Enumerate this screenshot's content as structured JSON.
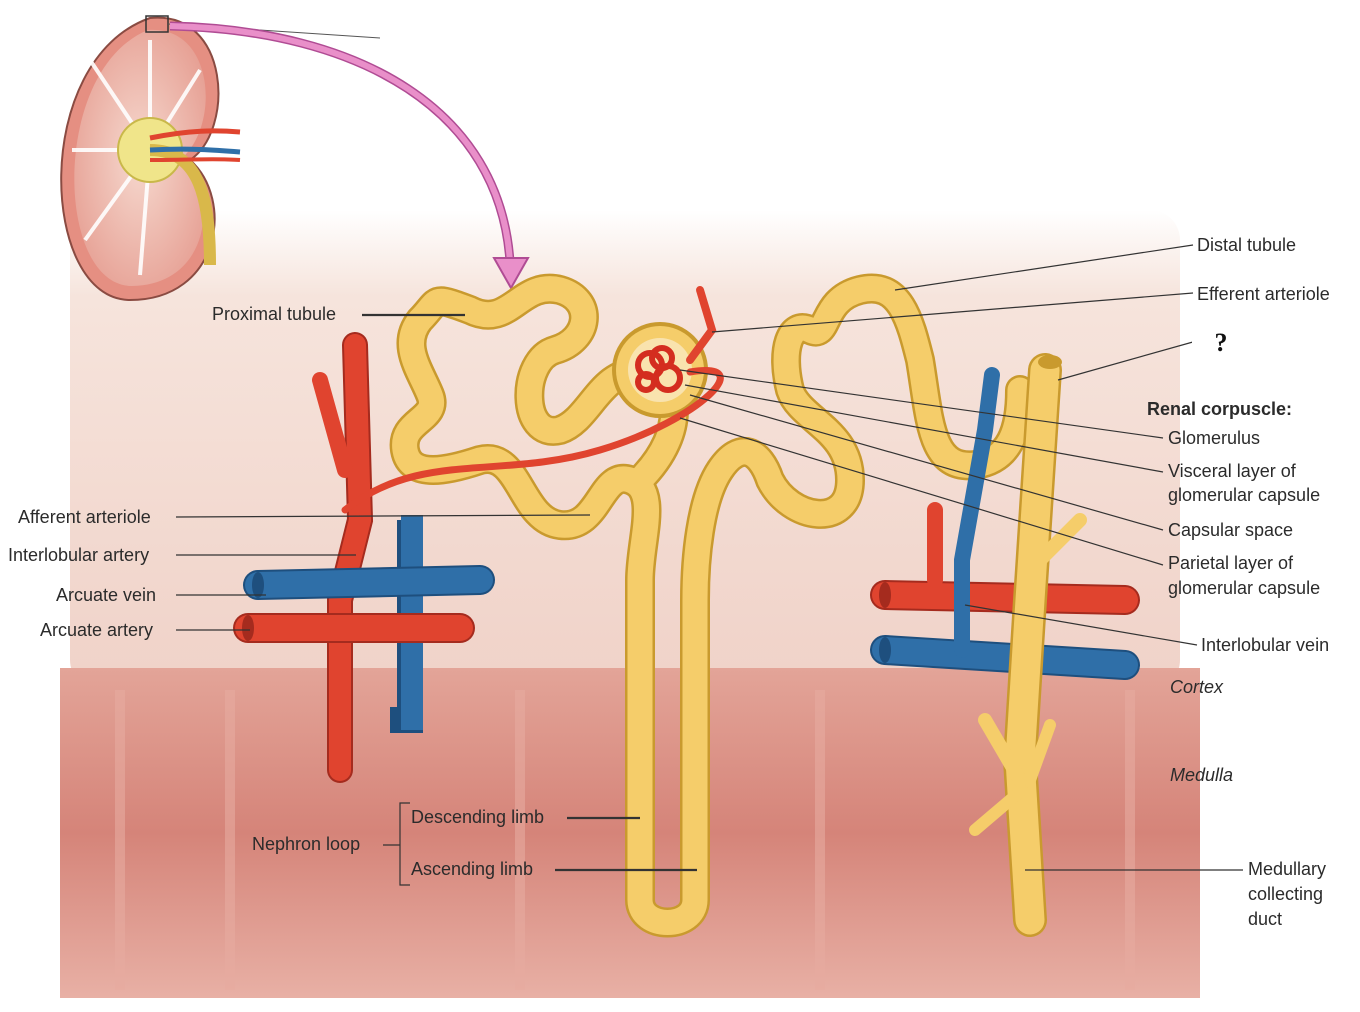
{
  "labels": {
    "proximal_tubule": "Proximal tubule",
    "distal_tubule": "Distal tubule",
    "efferent_arteriole": "Efferent arteriole",
    "question_mark": "?",
    "renal_corpuscle": "Renal corpuscle:",
    "glomerulus": "Glomerulus",
    "visceral_layer_1": "Visceral layer of",
    "visceral_layer_2": "glomerular capsule",
    "capsular_space": "Capsular space",
    "parietal_layer_1": "Parietal layer of",
    "parietal_layer_2": "glomerular capsule",
    "interlobular_vein": "Interlobular vein",
    "cortex": "Cortex",
    "medulla": "Medulla",
    "afferent_arteriole": "Afferent arteriole",
    "interlobular_artery": "Interlobular artery",
    "arcuate_vein": "Arcuate vein",
    "arcuate_artery": "Arcuate artery",
    "nephron_loop": "Nephron loop",
    "descending_limb": "Descending limb",
    "ascending_limb": "Ascending limb",
    "medullary_1": "Medullary",
    "medullary_2": "collecting",
    "medullary_3": "duct"
  },
  "colors": {
    "tubule": "#f2c55c",
    "tubule_edge": "#c99a2e",
    "artery": "#e0442f",
    "vein": "#2f6fa8",
    "cortex": "#f3dcd4",
    "medulla": "#d98c82",
    "arrow": "#e468b8"
  }
}
